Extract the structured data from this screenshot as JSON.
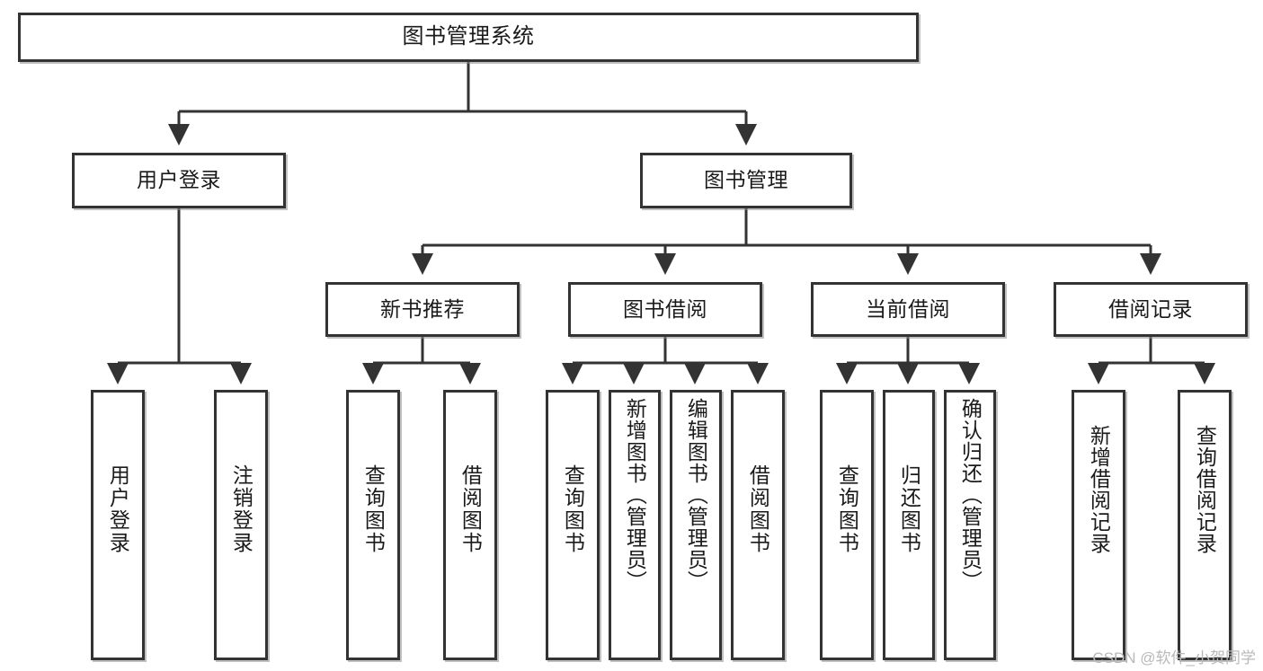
{
  "diagram": {
    "title": "图书管理系统",
    "type": "功能结构图",
    "root": {
      "id": "root",
      "label": "图书管理系统"
    },
    "level2": [
      {
        "id": "user-login",
        "label": "用户登录"
      },
      {
        "id": "book-manage",
        "label": "图书管理"
      }
    ],
    "level3": [
      {
        "id": "new-book-recommend",
        "label": "新书推荐"
      },
      {
        "id": "book-borrow",
        "label": "图书借阅"
      },
      {
        "id": "current-borrow",
        "label": "当前借阅"
      },
      {
        "id": "borrow-record",
        "label": "借阅记录"
      }
    ],
    "leaves": {
      "user_login": [
        {
          "id": "leaf-user-login",
          "label": "用户登录"
        },
        {
          "id": "leaf-logout",
          "label": "注销登录"
        }
      ],
      "new_book_recommend": [
        {
          "id": "leaf-query-book-1",
          "label": "查询图书"
        },
        {
          "id": "leaf-borrow-book-1",
          "label": "借阅图书"
        }
      ],
      "book_borrow": [
        {
          "id": "leaf-query-book-2",
          "label": "查询图书"
        },
        {
          "id": "leaf-add-book",
          "label": "新增图书（管理员）"
        },
        {
          "id": "leaf-edit-book",
          "label": "编辑图书（管理员）"
        },
        {
          "id": "leaf-borrow-book-2",
          "label": "借阅图书"
        }
      ],
      "current_borrow": [
        {
          "id": "leaf-query-book-3",
          "label": "查询图书"
        },
        {
          "id": "leaf-return-book",
          "label": "归还图书"
        },
        {
          "id": "leaf-confirm-return",
          "label": "确认归还（管理员）"
        }
      ],
      "borrow_record": [
        {
          "id": "leaf-add-record",
          "label": "新增借阅记录"
        },
        {
          "id": "leaf-query-record",
          "label": "查询借阅记录"
        }
      ]
    },
    "watermark": "CSDN @软件_小贺同学",
    "colors": {
      "border": "#333333",
      "background": "#ffffff",
      "text": "#1a1a1a",
      "watermark": "#b9b9b9",
      "connector": "#333333"
    }
  }
}
